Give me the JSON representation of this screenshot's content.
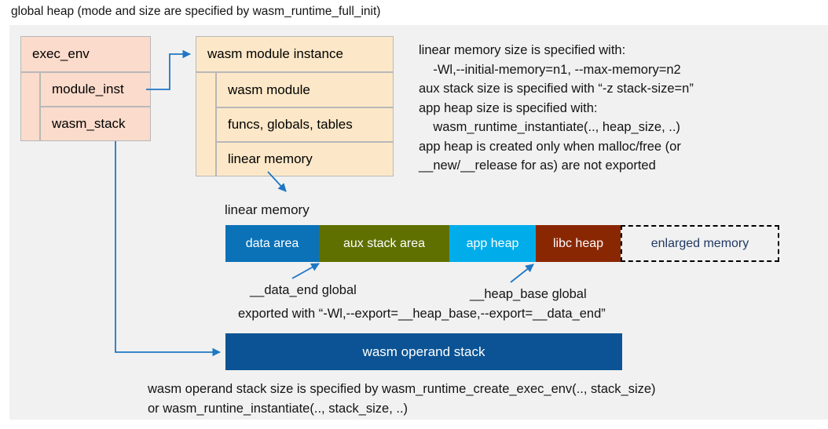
{
  "title": "global heap (mode and size are specified by wasm_runtime_full_init)",
  "colors": {
    "panel_bg": "#f1f1f1",
    "exec_env_fill": "#fbdbcb",
    "module_instance_fill": "#fce8c8",
    "box_border": "#b8b8b8",
    "arrow": "#1f77c4",
    "data_area": "#0b72b8",
    "aux_stack_area": "#5f7000",
    "app_heap": "#00adea",
    "libc_heap": "#8a2703",
    "enlarged_memory_text": "#1f3864",
    "operand_stack": "#0b5394"
  },
  "exec_env_box": {
    "header": "exec_env",
    "rows": [
      {
        "label": "module_inst"
      },
      {
        "label": "wasm_stack"
      }
    ]
  },
  "module_instance_box": {
    "header": "wasm module instance",
    "rows": [
      {
        "label": "wasm module"
      },
      {
        "label": "funcs, globals, tables"
      },
      {
        "label": "linear memory"
      }
    ]
  },
  "notes": {
    "right_note": "linear memory size is specified with:\n    -Wl,--initial-memory=n1, --max-memory=n2\naux stack size is specified with “-z stack-size=n”\napp heap size is specified with:\n    wasm_runtime_instantiate(.., heap_size, ..)\napp heap is created only when malloc/free (or\n__new/__release for as) are not exported",
    "bottom_note": "wasm operand stack size is specified by wasm_runtime_create_exec_env(.., stack_size)\nor wasm_runtine_instantiate(.., stack_size, ..)"
  },
  "linear_memory": {
    "label": "linear memory",
    "segments": [
      {
        "name": "data area",
        "color": "#0b72b8",
        "text_color": "#ffffff",
        "dashed": false
      },
      {
        "name": "aux stack area",
        "color": "#5f7000",
        "text_color": "#ffffff",
        "dashed": false
      },
      {
        "name": "app heap",
        "color": "#00adea",
        "text_color": "#ffffff",
        "dashed": false
      },
      {
        "name": "libc heap",
        "color": "#8a2703",
        "text_color": "#ffffff",
        "dashed": false
      },
      {
        "name": "enlarged memory",
        "color": "transparent",
        "text_color": "#1f3864",
        "dashed": true
      }
    ]
  },
  "annotations": {
    "data_end": "__data_end global",
    "heap_base": "__heap_base global",
    "exported_with": "exported with “-Wl,--export=__heap_base,--export=__data_end”"
  },
  "operand_stack": {
    "label": "wasm operand stack"
  }
}
